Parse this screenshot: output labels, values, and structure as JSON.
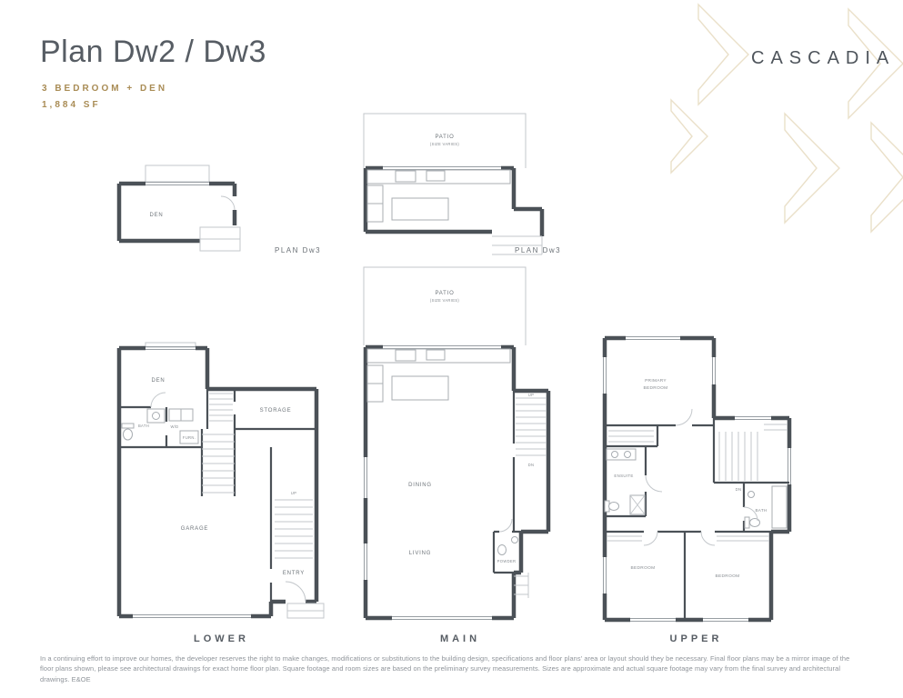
{
  "colors": {
    "accent_gold": "#a98c55",
    "wall_dark": "#4b5157",
    "heading_gray": "#575d64"
  },
  "header": {
    "title": "Plan Dw2 / Dw3",
    "subtitle": "3 BEDROOM + DEN",
    "area": "1,884 SF",
    "brand": "CASCADIA"
  },
  "insets": {
    "lower_dw3": {
      "caption": "PLAN Dw3",
      "rooms": {
        "den": "DEN"
      }
    },
    "main_dw3": {
      "caption": "PLAN Dw3",
      "rooms": {
        "patio": "PATIO",
        "patio_note": "(SIZE VARIES)"
      }
    }
  },
  "floors": {
    "lower": {
      "name": "LOWER",
      "rooms": {
        "den": "DEN",
        "bath": "BATH",
        "storage": "STORAGE",
        "garage": "GARAGE",
        "entry": "ENTRY"
      },
      "tiny": {
        "wd": "W/D",
        "furn": "FURN.",
        "up": "UP"
      }
    },
    "main": {
      "name": "MAIN",
      "rooms": {
        "patio": "PATIO",
        "patio_note": "(SIZE VARIES)",
        "dining": "DINING",
        "living": "LIVING",
        "powder": "POWDER"
      },
      "tiny": {
        "up": "UP",
        "dn": "DN"
      }
    },
    "upper": {
      "name": "UPPER",
      "rooms": {
        "primary_line1": "PRIMARY",
        "primary_line2": "BEDROOM",
        "ensuite": "ENSUITE",
        "bath": "BATH",
        "bedroom_left": "BEDROOM",
        "bedroom_right": "BEDROOM"
      },
      "tiny": {
        "dn": "DN"
      }
    }
  },
  "footer": {
    "disclaimer": "In a continuing effort to improve our homes, the developer reserves the right to make changes, modifications or substitutions to the building design, specifications and floor plans' area or layout should they be necessary. Final floor plans may be a mirror image of the floor plans shown, please see architectural drawings for exact home floor plan. Square footage and room sizes are based on the preliminary survey measurements. Sizes are approximate and actual square footage may vary from the final survey and architectural drawings. E&OE"
  }
}
